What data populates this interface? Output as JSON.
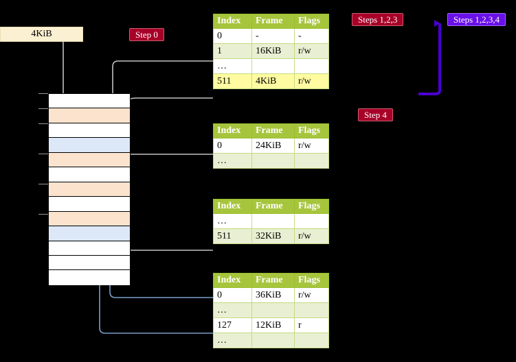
{
  "diagram": {
    "title_banner": {
      "label": "4KiB"
    },
    "step_labels": [
      {
        "id": "step-0",
        "text": "Step 0",
        "color": "#A80028"
      },
      {
        "id": "step-123",
        "text": "Steps 1,2,3",
        "color": "#A80028"
      },
      {
        "id": "step-1234",
        "text": "Steps 1,2,3,4",
        "color": "#6A10E8"
      },
      {
        "id": "step-4",
        "text": "Step 4",
        "color": "#A80028"
      }
    ],
    "memory_column": {
      "name": "physical-memory-blocks",
      "rows": [
        {
          "fill": "#FFFFFF"
        },
        {
          "fill": "#FCE3CE"
        },
        {
          "fill": "#FFFFFF"
        },
        {
          "fill": "#DCE8F7"
        },
        {
          "fill": "#FCE3CE"
        },
        {
          "fill": "#FFFFFF"
        },
        {
          "fill": "#FCE3CE"
        },
        {
          "fill": "#FFFFFF"
        },
        {
          "fill": "#FCE3CE"
        },
        {
          "fill": "#DCE8F7"
        },
        {
          "fill": "#FFFFFF"
        },
        {
          "fill": "#FFFFFF"
        },
        {
          "fill": "#FFFFFF"
        }
      ]
    },
    "colors": {
      "table_header": "#A6C53C",
      "table_alt_row": "#E9EFD2",
      "table_highlight": "#FFFBA0",
      "banner_bg": "#FCF0D2",
      "gray_wire": "#BFBFBF",
      "blue_wire": "#7A9FC9",
      "violet_bracket": "#4B00D0"
    },
    "tables": [
      {
        "id": "pml4-table",
        "headers": [
          "Index",
          "Frame",
          "Flags"
        ],
        "rows": [
          {
            "cells": [
              "0",
              "-",
              "-"
            ],
            "style": "plain"
          },
          {
            "cells": [
              "1",
              "16KiB",
              "r/w"
            ],
            "style": "alt"
          },
          {
            "cells": [
              "…",
              "",
              ""
            ],
            "style": "plain"
          },
          {
            "cells": [
              "511",
              "4KiB",
              "r/w"
            ],
            "style": "hl"
          }
        ]
      },
      {
        "id": "pdpt-table",
        "headers": [
          "Index",
          "Frame",
          "Flags"
        ],
        "rows": [
          {
            "cells": [
              "0",
              "24KiB",
              "r/w"
            ],
            "style": "plain"
          },
          {
            "cells": [
              "…",
              "",
              ""
            ],
            "style": "alt"
          }
        ]
      },
      {
        "id": "pd-table",
        "headers": [
          "Index",
          "Frame",
          "Flags"
        ],
        "rows": [
          {
            "cells": [
              "…",
              "",
              ""
            ],
            "style": "plain"
          },
          {
            "cells": [
              "511",
              "32KiB",
              "r/w"
            ],
            "style": "alt"
          }
        ]
      },
      {
        "id": "pt-table",
        "headers": [
          "Index",
          "Frame",
          "Flags"
        ],
        "rows": [
          {
            "cells": [
              "0",
              "36KiB",
              "r/w"
            ],
            "style": "plain"
          },
          {
            "cells": [
              "…",
              "",
              ""
            ],
            "style": "alt"
          },
          {
            "cells": [
              "127",
              "12KiB",
              "r"
            ],
            "style": "plain"
          },
          {
            "cells": [
              "…",
              "",
              ""
            ],
            "style": "alt"
          }
        ]
      }
    ]
  }
}
